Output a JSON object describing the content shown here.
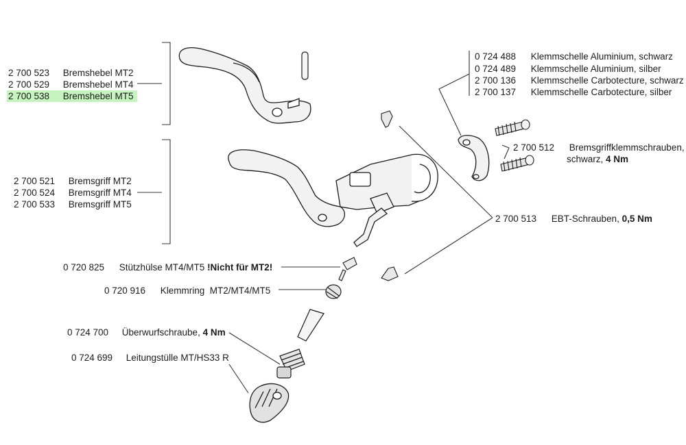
{
  "highlight_color": "#c6f3bf",
  "line_color": "#333333",
  "labels": {
    "lever_mt2": {
      "number": "2 700 523",
      "name": "Bremshebel MT2"
    },
    "lever_mt4": {
      "number": "2 700 529",
      "name": "Bremshebel MT4"
    },
    "lever_mt5": {
      "number": "2 700 538",
      "name": "Bremshebel MT5",
      "highlighted": true
    },
    "grip_mt2": {
      "number": "2 700 521",
      "name": "Bremsgriff MT2"
    },
    "grip_mt4": {
      "number": "2 700 524",
      "name": "Bremsgriff MT4"
    },
    "grip_mt5": {
      "number": "2 700 533",
      "name": "Bremsgriff MT5"
    },
    "clamp_alu_black": {
      "number": "0 724 488",
      "name": "Klemmschelle Aluminium, schwarz"
    },
    "clamp_alu_silver": {
      "number": "0 724 489",
      "name": "Klemmschelle Aluminium, silber"
    },
    "clamp_carbo_black": {
      "number": "2 700 136",
      "name": "Klemmschelle Carbotecture, schwarz"
    },
    "clamp_carbo_silver": {
      "number": "2 700 137",
      "name": "Klemmschelle Carbotecture, silber"
    },
    "clamp_screws": {
      "number": "2 700 512",
      "name": "Bremsgriffklemmschrauben,",
      "name2": "schwarz, ",
      "torque": "4 Nm"
    },
    "ebt_screws": {
      "number": "2 700 513",
      "name": "EBT-Schrauben, ",
      "torque": "0,5 Nm"
    },
    "support_sleeve": {
      "number": "0 720 825",
      "name": "Stützhülse MT4/MT5 ",
      "warning": "!Nicht für MT2!"
    },
    "clamp_ring": {
      "number": "0 720 916",
      "name": "Klemmring  MT2/MT4/MT5"
    },
    "union_screw": {
      "number": "0 724 700",
      "name": "Überwurfschraube, ",
      "torque": "4 Nm"
    },
    "hose_grommet": {
      "number": "0 724 699",
      "name": "Leitungstülle MT/HS33 R"
    }
  }
}
